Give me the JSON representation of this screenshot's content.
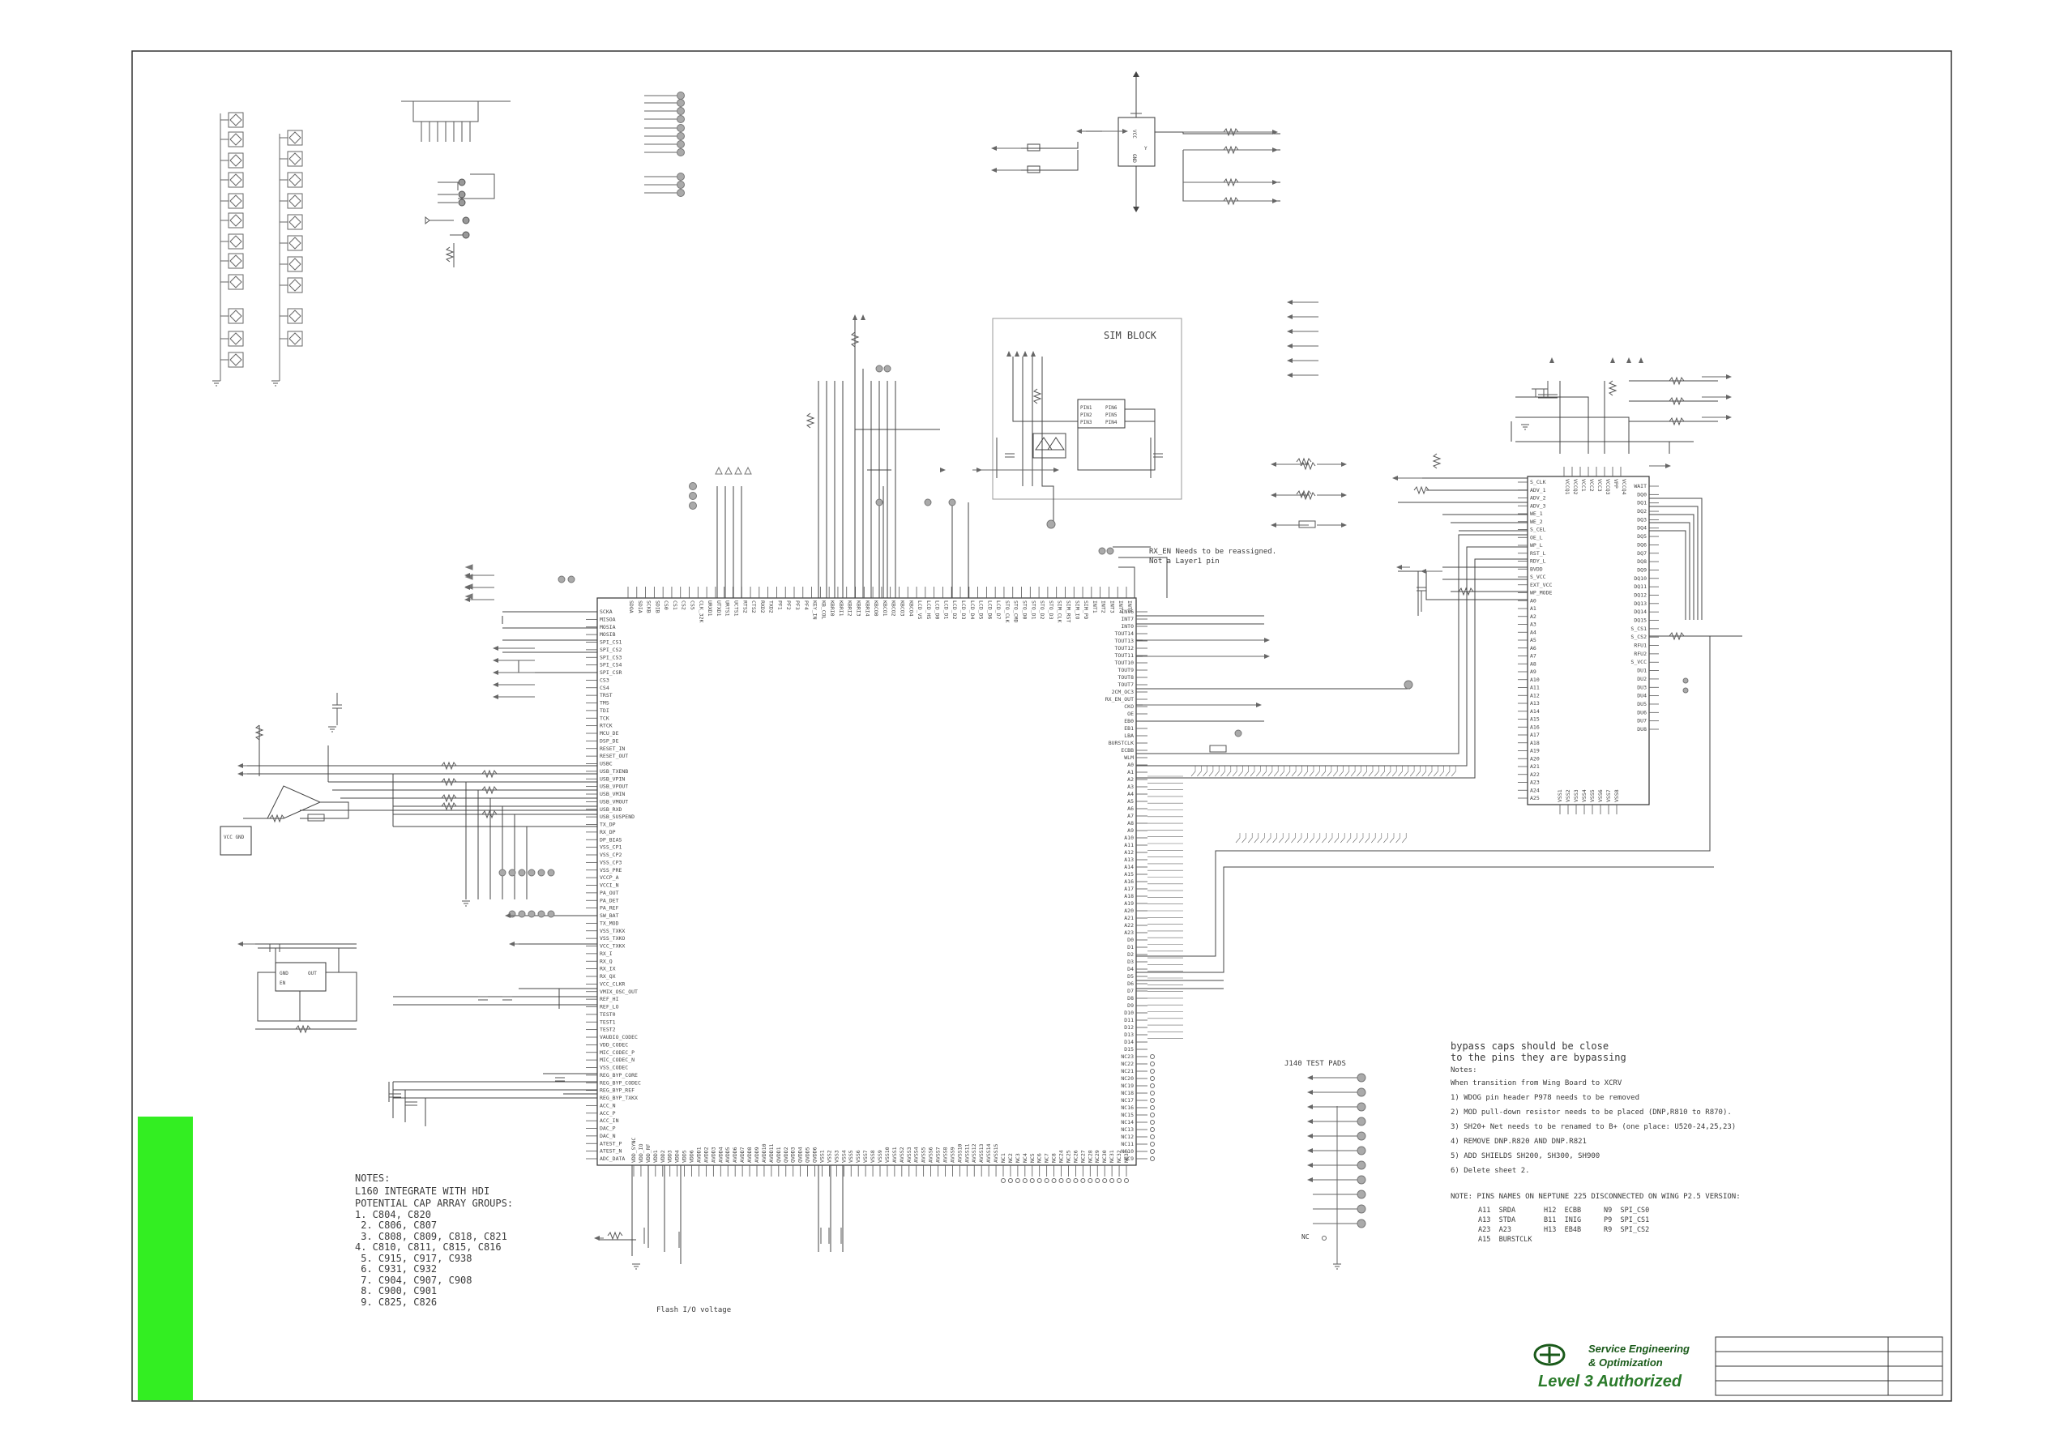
{
  "sim_block": {
    "label": "SIM BLOCK"
  },
  "rx_en_note": {
    "line1": "RX_EN Needs to be reassigned.",
    "line2": "Not a Layer1 pin"
  },
  "flash_io_label": "Flash I/O voltage",
  "j140_label": "J140 TEST PADS",
  "nc_label": "NC",
  "notes_left": {
    "title": "NOTES:",
    "lines": [
      "L160 INTEGRATE WITH HDI",
      "POTENTIAL CAP ARRAY GROUPS:",
      "1. C804, C820",
      " 2. C806, C807",
      " 3. C808, C809, C818, C821",
      "4. C810, C811, C815, C816",
      " 5. C915, C917, C938",
      " 6. C931, C932",
      " 7. C904, C907, C908",
      " 8. C900, C901",
      " 9. C825, C826"
    ]
  },
  "notes_right": {
    "bypass": [
      "bypass caps should be close",
      "to the pins they are bypassing"
    ],
    "title": "Notes:",
    "intro": "When transition from Wing Board to XCRV",
    "items": [
      "1) WDOG pin header P978  needs to be removed",
      "2)  MOD pull-down resistor needs to be placed (DNP,R810 to R870).",
      "3) SH20+ Net needs to be renamed to B+ (one place:  U520-24,25,23)",
      "4) REMOVE DNP.R820 AND DNP.R821",
      "5) ADD SHIELDS SH200, SH300, SH900",
      "6)  Delete sheet 2."
    ],
    "pin_note": "NOTE: PINS NAMES ON NEPTUNE 225 DISCONNECTED ON WING P2.5 VERSION:",
    "pin_table": [
      [
        "A11  SRDA",
        "H12  ECBB",
        "N9  SPI_CS0"
      ],
      [
        "A13  STDA",
        "B11  INIG",
        "P9  SPI_CS1"
      ],
      [
        "A23  A23",
        "H13  EB4B",
        "R9  SPI_CS2"
      ],
      [
        "A15  BURSTCLK",
        "",
        ""
      ]
    ]
  },
  "logo": {
    "line1": "Service Engineering",
    "line2": "& Optimization",
    "line3": "Level 3 Authorized"
  },
  "colors": {
    "line": "#444444",
    "pin": "#777777",
    "text": "#3a3a3a",
    "green": "#33ee22",
    "logo": "#1a5a1a"
  },
  "main_ic": {
    "left_pins": [
      "SCKA",
      "MISOA",
      "MOSIA",
      "MOSIB",
      "SPI_CS1",
      "SPI_CS2",
      "SPI_CS3",
      "SPI_CS4",
      "SPI_CSR",
      "CS3",
      "CS4",
      "TRST",
      "TMS",
      "TDI",
      "TCK",
      "RTCK",
      "MCU_DE",
      "DSP_DE",
      "RESET_IN",
      "RESET_OUT",
      "USBC",
      "USB_TXENB",
      "USB_VPIN",
      "USB_VPOUT",
      "USB_VMIN",
      "USB_VMOUT",
      "USB_RXD",
      "USB_SUSPEND",
      "TX_DP",
      "RX_DP",
      "DP_BIAS",
      "VSS_CP1",
      "VSS_CP2",
      "VSS_CP3",
      "VSS_PRE",
      "VCCP_A",
      "VCCI_N",
      "PA_OUT",
      "PA_DET",
      "PA_REF",
      "SW_BAT",
      "TX_MOD",
      "VSS_TXKX",
      "VSS_TXKO",
      "VCC_TXKX",
      "RX_I",
      "RX_Q",
      "RX_IX",
      "RX_QX",
      "VCC_CLKR",
      "VMIX_OSC_OUT",
      "REF_HI",
      "REF_LO",
      "TEST0",
      "TEST1",
      "TEST2",
      "VAUDIO_CODEC",
      "VDD_CODEC",
      "MIC_CODEC_P",
      "MIC_CODEC_N",
      "VSS_CODEC",
      "REG_BYP_CORE",
      "REG_BYP_CODEC",
      "REG_BYP_REF",
      "REG_BYP_TXKX",
      "ACC_N",
      "ACC_P",
      "ACC_IN",
      "DAC_P",
      "DAC_N",
      "ATEST_P",
      "ATEST_N",
      "ADC_DATA"
    ],
    "right_pins": [
      "INT6",
      "INT7",
      "INT0",
      "TOUT14",
      "TOUT13",
      "TOUT12",
      "TOUT11",
      "TOUT10",
      "TOUT9",
      "TOUT8",
      "TOUT7",
      "2CM_OC3",
      "RX_EN_OUT",
      "CKO",
      "OE",
      "EB0",
      "EB1",
      "LBA",
      "BURSTCLK",
      "ECBB",
      "WLM",
      "A0",
      "A1",
      "A2",
      "A3",
      "A4",
      "A5",
      "A6",
      "A7",
      "A8",
      "A9",
      "A10",
      "A11",
      "A12",
      "A13",
      "A14",
      "A15",
      "A16",
      "A17",
      "A18",
      "A19",
      "A20",
      "A21",
      "A22",
      "A23",
      "D0",
      "D1",
      "D2",
      "D3",
      "D4",
      "D5",
      "D6",
      "D7",
      "D8",
      "D9",
      "D10",
      "D11",
      "D12",
      "D13",
      "D14",
      "D15",
      "NC23",
      "NC22",
      "NC21",
      "NC20",
      "NC19",
      "NC18",
      "NC17",
      "NC16",
      "NC15",
      "NC14",
      "NC13",
      "NC12",
      "NC11",
      "NC10",
      "NC9"
    ],
    "top_pins": [
      "SDOA",
      "SDIA",
      "SCKB",
      "SDIB",
      "CS0",
      "CS1",
      "CS2",
      "CS5",
      "CLK_32K",
      "URXD1",
      "UTXD1",
      "URTS1",
      "UCTS1",
      "RTS2",
      "CTS2",
      "RXD2",
      "TXD2",
      "PF1",
      "PF2",
      "PF3",
      "PF4",
      "KEY_IN",
      "KB_COL",
      "KBRI0",
      "KBRI1",
      "KBRI2",
      "KBRI3",
      "KBRI4",
      "KBCO0",
      "KBCO1",
      "KBCO2",
      "KBCO3",
      "KBCO4",
      "LCD_VS",
      "LCD_HS",
      "LCD_D0",
      "LCD_D1",
      "LCD_D2",
      "LCD_D3",
      "LCD_D4",
      "LCD_D5",
      "LCD_D6",
      "LCD_D7",
      "STO_CLK",
      "STO_CMD",
      "STO_D0",
      "STO_D1",
      "STO_D2",
      "STO_D3",
      "SIM_CLK",
      "SIM_RST",
      "SIM_IO",
      "SIM_PD",
      "INT1",
      "INT2",
      "INT3",
      "INT4",
      "INT5"
    ],
    "bottom_pins": [
      "VDD_SYNC",
      "VDD_IO",
      "VDD_RF",
      "VDD1",
      "VDD2",
      "VDD3",
      "VDD4",
      "VDD5",
      "VDD6",
      "AVDD1",
      "AVDD2",
      "AVDD3",
      "AVDD4",
      "AVDD5",
      "AVDD6",
      "AVDD7",
      "AVDD8",
      "AVDD9",
      "AVDD10",
      "AVDD11",
      "QVDD1",
      "QVDD2",
      "QVDD3",
      "QVDD4",
      "QVDD5",
      "QVDD6",
      "VSS1",
      "VSS2",
      "VSS3",
      "VSS4",
      "VSS5",
      "VSS6",
      "VSS7",
      "VSS8",
      "VSS9",
      "VSS10",
      "AVSS1",
      "AVSS2",
      "AVSS3",
      "AVSS4",
      "AVSS5",
      "AVSS6",
      "AVSS7",
      "AVSS8",
      "AVSS9",
      "AVSS10",
      "AVSS11",
      "AVSS12",
      "AVSS13",
      "AVSS14",
      "AVSS15",
      "NC1",
      "NC2",
      "NC3",
      "NC4",
      "NC5",
      "NC6",
      "NC7",
      "NC8",
      "NC24",
      "NC25",
      "NC26",
      "NC27",
      "NC28",
      "NC29",
      "NC30",
      "NC31",
      "NC32",
      "NC33"
    ]
  },
  "flash_ic": {
    "left_pins": [
      "S_CLK",
      "ADV_1",
      "ADV_2",
      "ADV_3",
      "WE_1",
      "WE_2",
      "S_CEL",
      "OE_L",
      "WP_L",
      "RST_L",
      "RDY_L",
      "BVDD",
      "S_VCC",
      "EXT_VCC",
      "WP_MODE",
      "A0",
      "A1",
      "A2",
      "A3",
      "A4",
      "A5",
      "A6",
      "A7",
      "A8",
      "A9",
      "A10",
      "A11",
      "A12",
      "A13",
      "A14",
      "A15",
      "A16",
      "A17",
      "A18",
      "A19",
      "A20",
      "A21",
      "A22",
      "A23",
      "A24",
      "A25"
    ],
    "right_pins": [
      "WAIT",
      "DQ0",
      "DQ1",
      "DQ2",
      "DQ3",
      "DQ4",
      "DQ5",
      "DQ6",
      "DQ7",
      "DQ8",
      "DQ9",
      "DQ10",
      "DQ11",
      "DQ12",
      "DQ13",
      "DQ14",
      "DQ15",
      "S_CS1",
      "S_CS2",
      "RFU1",
      "RFU2",
      "S_VCC",
      "DU1",
      "DU2",
      "DU3",
      "DU4",
      "DU5",
      "DU6",
      "DU7",
      "DU8"
    ],
    "top_pins": [
      "VCCQ1",
      "VCCQ2",
      "VCC1",
      "VCC2",
      "VCC3",
      "VCCQ3",
      "VPP",
      "VCCQ4"
    ],
    "bottom_pins": [
      "VSS1",
      "VSS2",
      "VSS3",
      "VSS4",
      "VSS5",
      "VSS6",
      "VSS7",
      "VSS8"
    ]
  },
  "sim_ic": {
    "left": [
      "PIN1",
      "PIN2",
      "PIN3"
    ],
    "right": [
      "PIN6",
      "PIN5",
      "PIN4"
    ]
  },
  "reg_ic": {
    "left": [
      "GND",
      "EN"
    ],
    "right": [
      "OUT"
    ],
    "label": "VCC GND"
  },
  "osc_ic": {
    "left": [
      "VCC",
      "GND"
    ],
    "label": "Y"
  }
}
